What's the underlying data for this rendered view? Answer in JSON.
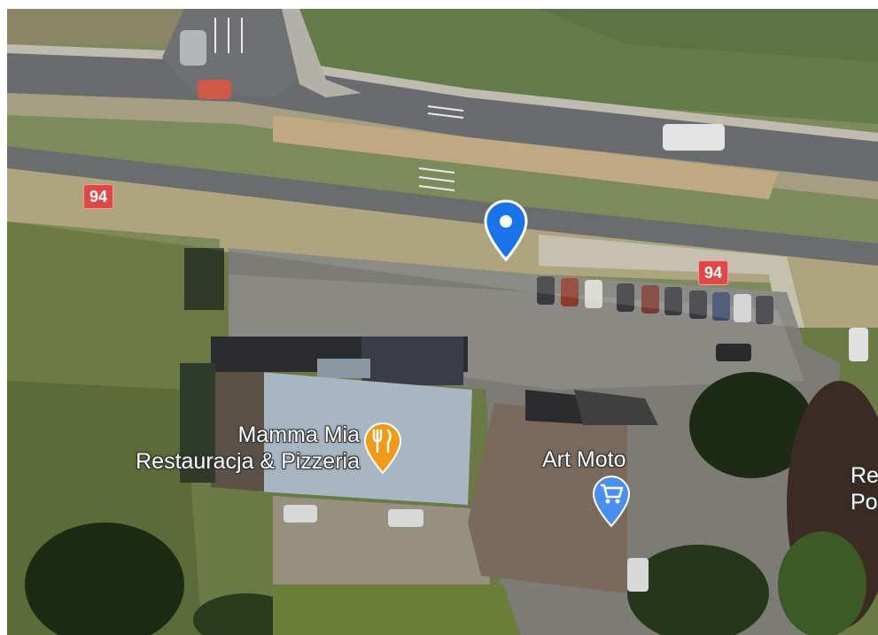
{
  "road_shields": [
    "94",
    "94"
  ],
  "places": [
    {
      "name_line1": "Mamma Mia",
      "name_line2": "Restauracja & Pizzeria",
      "icon": "restaurant-fork-knife-icon",
      "color": "#f29a16"
    },
    {
      "name_line1": "Art Moto",
      "name_line2": "",
      "icon": "shopping-cart-icon",
      "color": "#4a8ff0"
    },
    {
      "name_line1": "Re",
      "name_line2": "Po",
      "icon": "",
      "color": ""
    }
  ],
  "selected_pin_color": "#1a73e8"
}
